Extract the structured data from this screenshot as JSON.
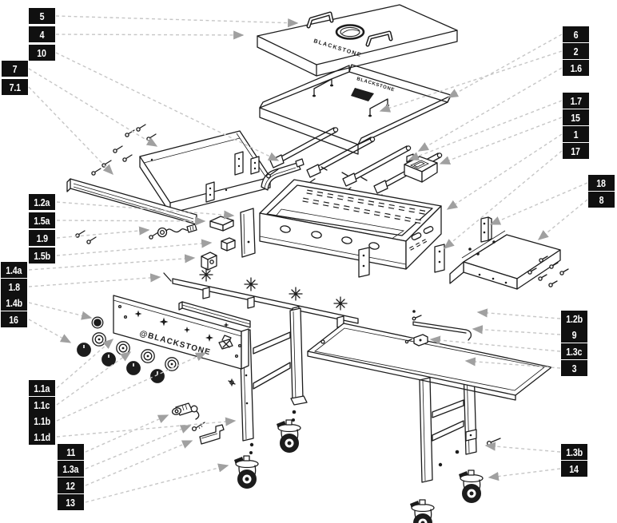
{
  "page": {
    "background": "#ffffff"
  },
  "colors": {
    "line": "#1c1c1c",
    "label_bg": "#101010",
    "label_text": "#ffffff",
    "leader_line": "#c6c6c6",
    "arrowhead": "#a0a0a0"
  },
  "brand": {
    "lid_logo_text": "BLACKSTONE",
    "griddle_edge_text": "BLACKSTONE",
    "panel_text": "@BLACKSTONE"
  },
  "labels": [
    "5",
    "4",
    "10",
    "7",
    "7.1",
    "1.2a",
    "1.5a",
    "1.9",
    "1.5b",
    "1.4a",
    "1.8",
    "1.4b",
    "16",
    "1.1a",
    "1.1c",
    "1.1b",
    "1.1d",
    "11",
    "1.3a",
    "12",
    "13",
    "6",
    "2",
    "1.6",
    "1.7",
    "15",
    "1",
    "17",
    "18",
    "8",
    "1.2b",
    "9",
    "1.3c",
    "3",
    "1.3b",
    "14"
  ]
}
